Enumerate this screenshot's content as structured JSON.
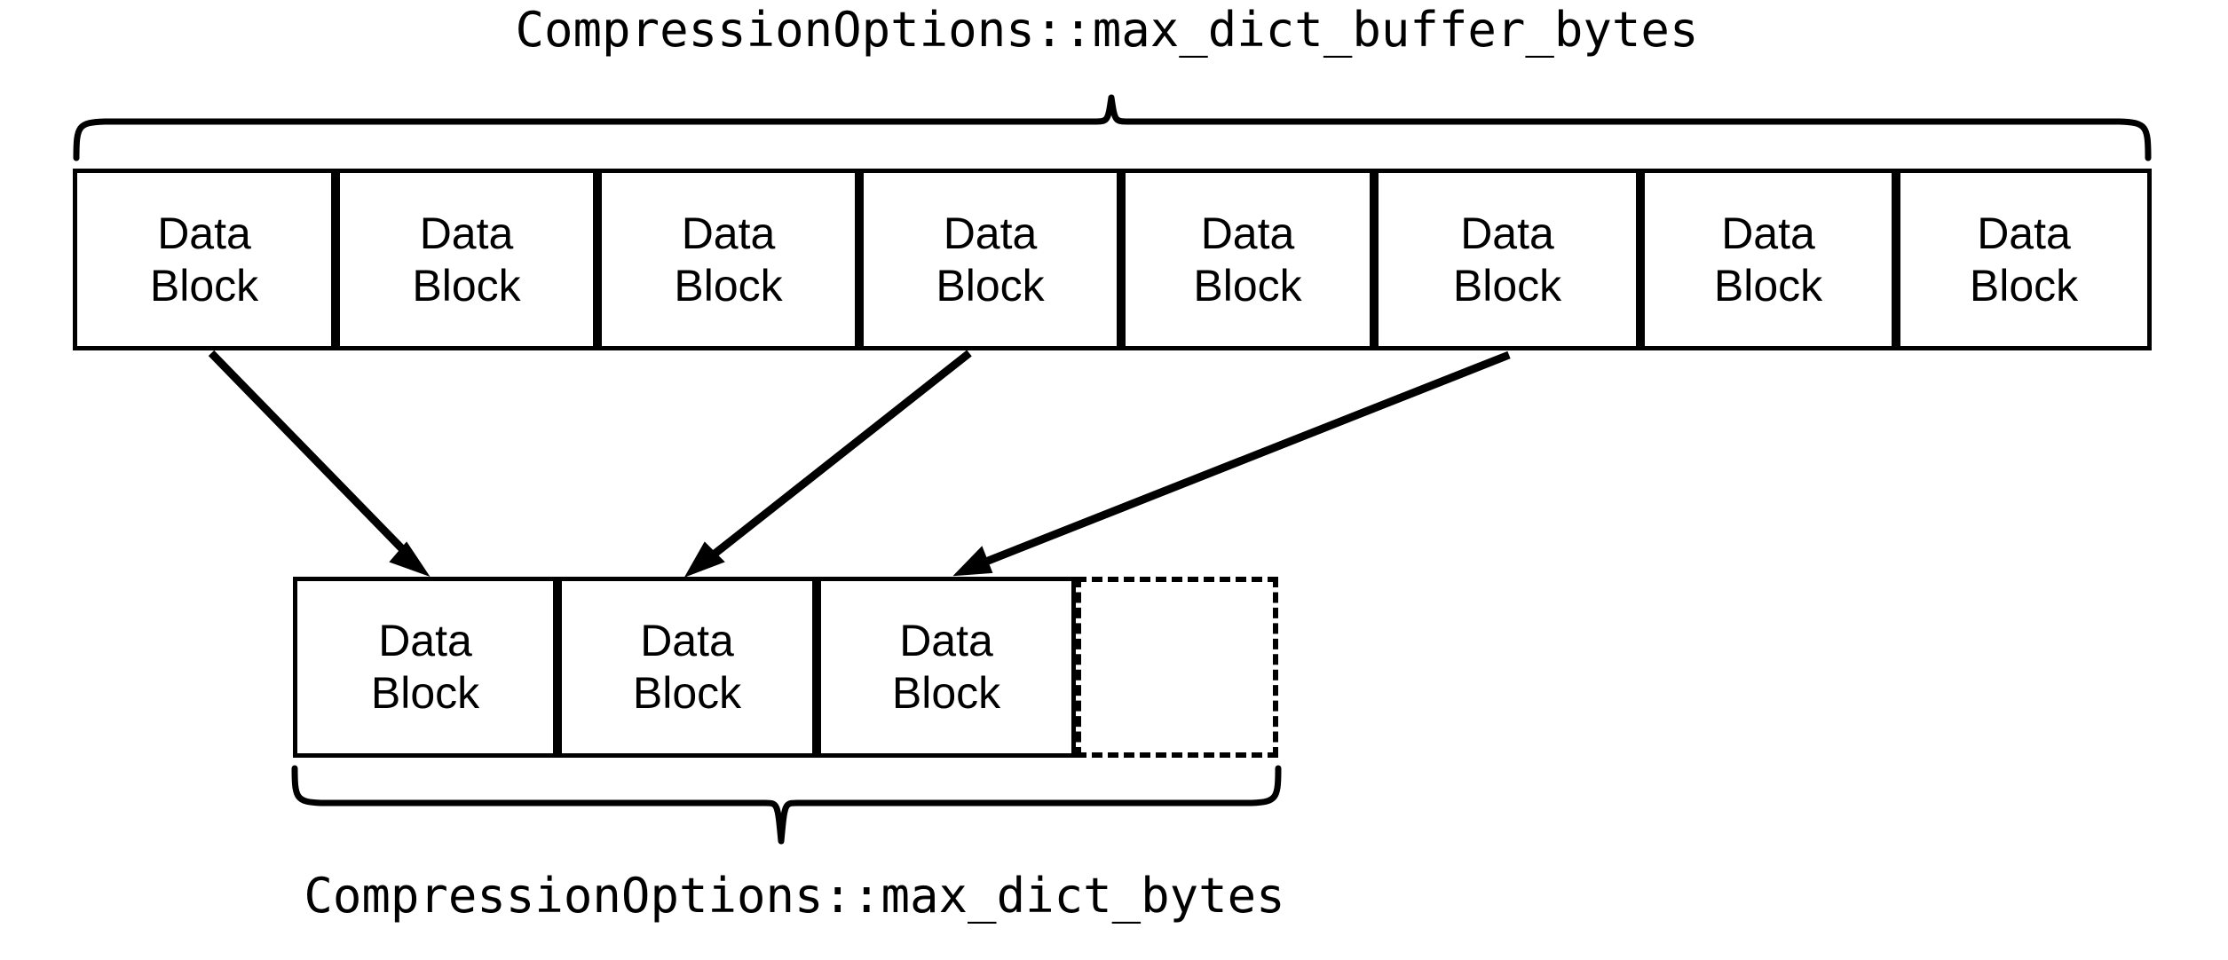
{
  "diagram": {
    "title_top": "CompressionOptions::max_dict_buffer_bytes",
    "title_bottom": "CompressionOptions::max_dict_bytes",
    "colors": {
      "stroke": "#000000",
      "background": "#ffffff"
    },
    "top_row": {
      "block_count": 8,
      "blocks": [
        {
          "line1": "Data",
          "line2": "Block"
        },
        {
          "line1": "Data",
          "line2": "Block"
        },
        {
          "line1": "Data",
          "line2": "Block"
        },
        {
          "line1": "Data",
          "line2": "Block"
        },
        {
          "line1": "Data",
          "line2": "Block"
        },
        {
          "line1": "Data",
          "line2": "Block"
        },
        {
          "line1": "Data",
          "line2": "Block"
        },
        {
          "line1": "Data",
          "line2": "Block"
        }
      ]
    },
    "bottom_row": {
      "block_count": 3,
      "empty_slot_count": 1,
      "blocks": [
        {
          "line1": "Data",
          "line2": "Block"
        },
        {
          "line1": "Data",
          "line2": "Block"
        },
        {
          "line1": "Data",
          "line2": "Block"
        }
      ],
      "empty_slot": {
        "style": "dashed",
        "line1": "",
        "line2": ""
      }
    },
    "arrows": [
      {
        "from_block_index": 0,
        "to_block_index": 0
      },
      {
        "from_block_index": 3,
        "to_block_index": 1
      },
      {
        "from_block_index": 5,
        "to_block_index": 2
      }
    ],
    "braces": [
      {
        "name": "top-brace",
        "label": "CompressionOptions::max_dict_buffer_bytes",
        "direction": "up"
      },
      {
        "name": "bottom-brace",
        "label": "CompressionOptions::max_dict_bytes",
        "direction": "down"
      }
    ]
  }
}
